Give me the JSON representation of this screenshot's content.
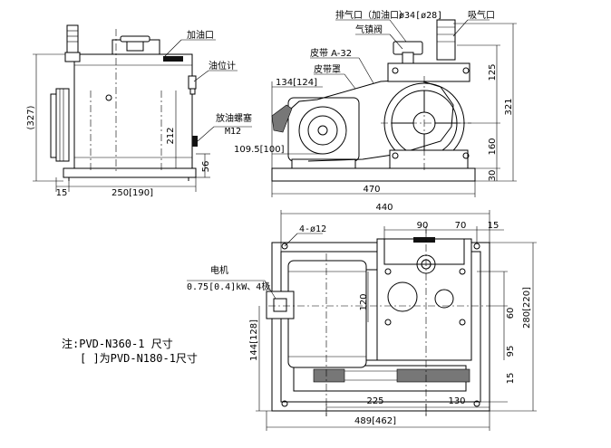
{
  "labels": {
    "oil_inlet_left": "加油口",
    "oil_level_gauge": "油位计",
    "drain_plug": "放油螺塞",
    "drain_plug_spec": "M12",
    "exhaust_port": "排气口（加油口）",
    "gas_ballast_valve": "气镇阀",
    "suction_port": "吸气口",
    "belt": "皮带 A-32",
    "belt_guard": "皮带罩",
    "motor": "电机",
    "motor_spec": "0.75[0.4]kW、4极",
    "holes": "4-ø12",
    "port_diameter": "ø34[ø28]"
  },
  "dimensions": {
    "left_height": "(327)",
    "left_212": "212",
    "left_56": "56",
    "left_15": "15",
    "left_250": "250[190]",
    "right_134": "134[124]",
    "right_109": "109.5[100]",
    "right_470": "470",
    "right_125": "125",
    "right_321": "321",
    "right_160": "160",
    "right_30": "30",
    "plan_440": "440",
    "plan_90": "90",
    "plan_70": "70",
    "plan_15": "15",
    "plan_120": "120",
    "plan_60": "60",
    "plan_280": "280[220]",
    "plan_95": "95",
    "plan_15b": "15",
    "plan_144": "144[128]",
    "plan_225": "225",
    "plan_130": "130",
    "plan_489": "489[462]"
  },
  "notes": {
    "line1": "注:PVD-N360-1 尺寸",
    "line2": "[ ]为PVD-N180-1尺寸"
  }
}
